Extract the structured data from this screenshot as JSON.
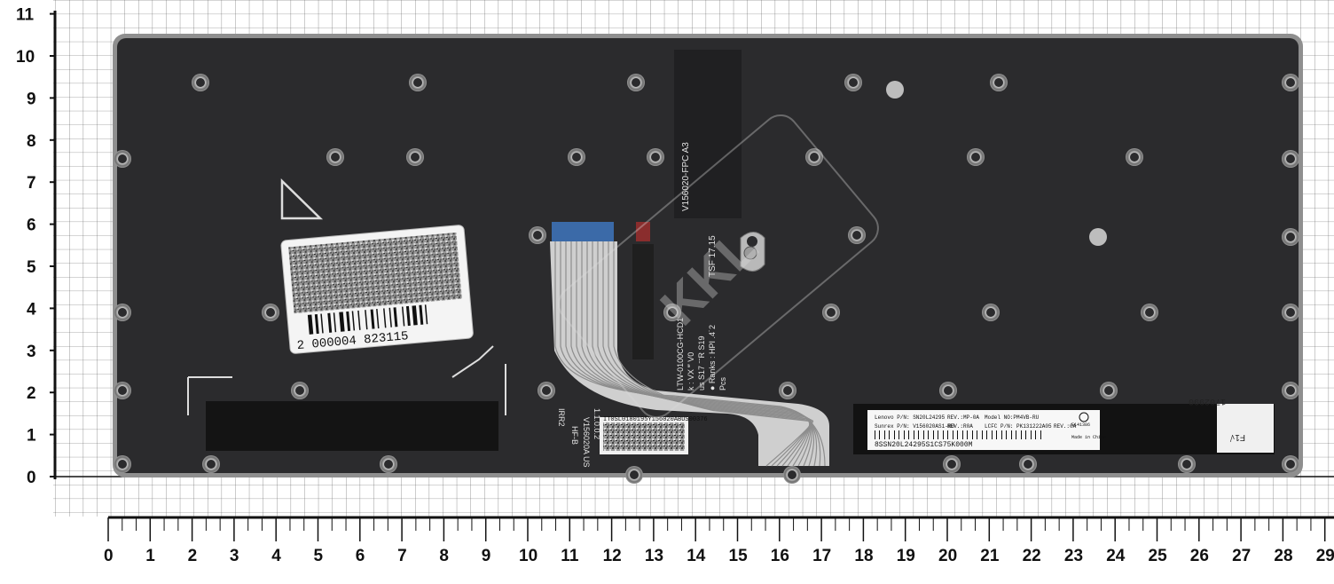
{
  "scale": {
    "y_labels": [
      "0",
      "1",
      "2",
      "3",
      "4",
      "5",
      "6",
      "7",
      "8",
      "9",
      "10",
      "11"
    ],
    "x_labels": [
      "0",
      "1",
      "2",
      "3",
      "4",
      "5",
      "6",
      "7",
      "8",
      "9",
      "10",
      "11",
      "12",
      "13",
      "14",
      "15",
      "16",
      "17",
      "18",
      "19",
      "20",
      "21",
      "22",
      "23",
      "24",
      "25",
      "26",
      "27",
      "28",
      "29"
    ]
  },
  "keyboard": {
    "barcode_number": "2 000004 823115",
    "fpc_label": "V156020-FPC A3",
    "fpc_date": "TSF 17.15",
    "flex_text_1": "LTW-0100CG-HCD1",
    "flex_text_2": "k : VX ‴ V0",
    "flex_text_3": "us S17 ˉˉR S19",
    "flex_text_4": "● Ranks : HPI .4˙2",
    "flex_text_5": "Pcs",
    "side_code_1": "V156020A US",
    "side_code_2": "HF-B",
    "side_code_3": "IRR2",
    "side_code_4": "1.1.0.0.2",
    "datamatrix_code": "IT0SL0180195Y156020ABUS00376",
    "small_note": "1702990",
    "small_note_2": "F1√",
    "watermark": "KKL"
  },
  "sticker": {
    "line1_a": "Lenovo P/N: SN20L24295",
    "line1_b": "REV.:MP-0A",
    "line1_c": "Model NO:PM4VB-RU",
    "line2_a": "Sunrex P/N: V156020AS1-RU",
    "line2_b": "REV.:R0A",
    "line2_c": "LCFC P/N: PK131222A05",
    "line2_d": "REV.:0A",
    "barcode_text": "8SSN20L24295S1CS75K000M",
    "made_in": "Made in China",
    "cert": "E141386"
  }
}
